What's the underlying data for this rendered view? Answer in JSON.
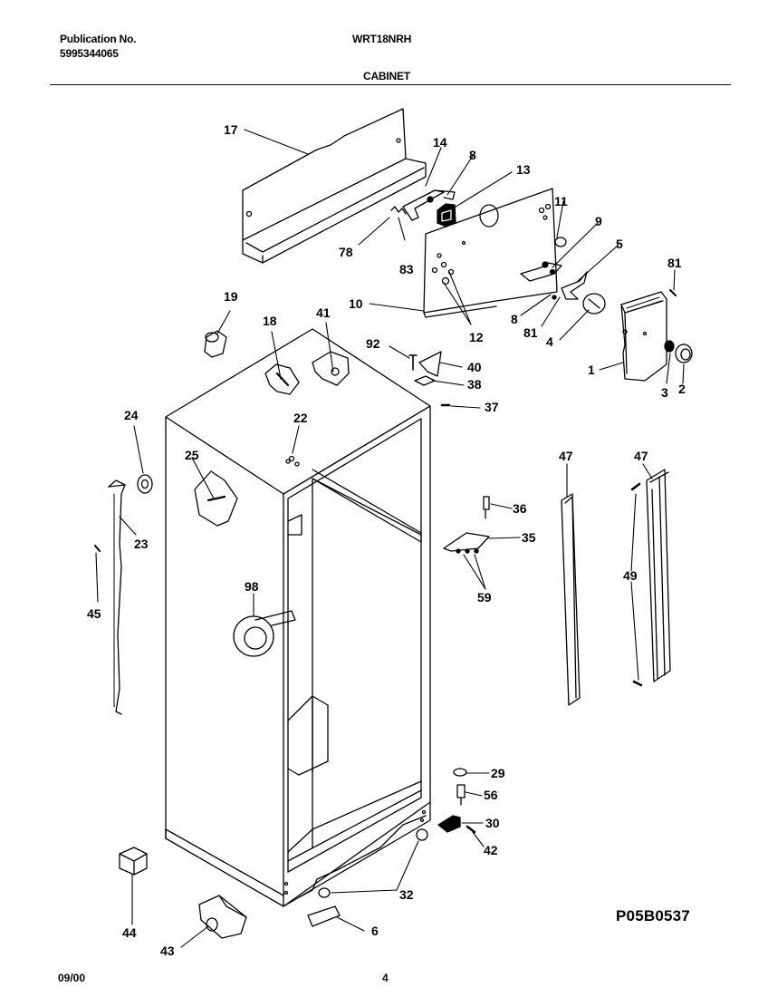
{
  "header": {
    "publication_label": "Publication No.",
    "publication_number": "5995344065",
    "model": "WRT18NRH",
    "section": "CABINET"
  },
  "diagram": {
    "callouts": [
      "17",
      "14",
      "8",
      "13",
      "11",
      "9",
      "5",
      "81",
      "78",
      "83",
      "10",
      "12",
      "8",
      "81",
      "4",
      "1",
      "3",
      "2",
      "19",
      "18",
      "41",
      "92",
      "40",
      "38",
      "37",
      "22",
      "24",
      "25",
      "23",
      "45",
      "98",
      "47",
      "47",
      "36",
      "35",
      "59",
      "49",
      "29",
      "56",
      "30",
      "42",
      "32",
      "6",
      "44",
      "43"
    ],
    "drawing_code": "P05B0537"
  },
  "footer": {
    "date": "09/00",
    "page": "4"
  }
}
